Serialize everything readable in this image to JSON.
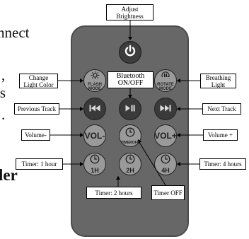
{
  "background_text": {
    "line1": "nnect",
    "line2": ",",
    "line3": "ts",
    "line4": ".",
    "line5": "ler"
  },
  "callouts": {
    "adjust_brightness": [
      "Adjust",
      "Brightness"
    ],
    "change_light_color": [
      "Change",
      "Light Color"
    ],
    "bluetooth": [
      "Bluetooth",
      "ON/OFF"
    ],
    "breathing_light": [
      "Breathing",
      "Light"
    ],
    "previous_track": "Previous Track",
    "next_track": "Next Track",
    "volume_minus": "Volume-",
    "volume_plus": "Volume +",
    "timer_1h": "Timer: 1 hour",
    "timer_4h": "Timer: 4 hours",
    "timer_2h": "Timer: 2 hours",
    "timer_off": "Timer OFF"
  },
  "buttons": {
    "flash_mode": [
      "FLASH",
      "MODE"
    ],
    "rotate_mode": [
      "ROTATE",
      "MODE"
    ],
    "vol_minus": "VOL-",
    "vol_plus": "VOL+",
    "timer_off": "TIMEROFF",
    "timer_1h": "1H",
    "timer_2h": "2H",
    "timer_4h": "4H"
  },
  "icons": {
    "power": "power-icon",
    "flash": "sun-icon",
    "rotate": "pause-rotate-icon",
    "prev": "rewind-icon",
    "play": "play-pause-icon",
    "next": "fast-forward-icon",
    "clock": "clock-icon"
  }
}
